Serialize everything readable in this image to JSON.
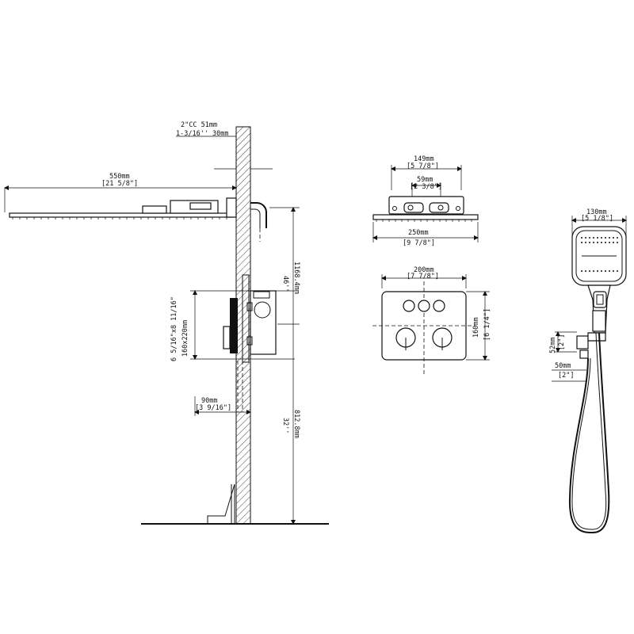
{
  "side_view": {
    "cc_metric": "2\"CC 51mm",
    "cc_imperial": "1-3/16'' 30mm",
    "arm_metric": "550mm",
    "arm_imperial": "[21 5/8\"]",
    "head_height_imperial": "46''",
    "head_height_metric": "1168.4mm",
    "valve_imperial": "6 5/16\"x8 11/16\"",
    "valve_metric": "160x220mm",
    "depth_metric": "90mm",
    "depth_imperial": "[3 9/16\"]",
    "valve_height_imperial": "32''",
    "valve_height_metric": "812.8mm"
  },
  "head_top_view": {
    "bracket_metric": "149mm",
    "bracket_imperial": "[5 7/8\"]",
    "inlet_metric": "59mm",
    "inlet_imperial": "[2 3/8\"]",
    "width_metric": "250mm",
    "width_imperial": "[9 7/8\"]"
  },
  "trim_plate": {
    "width_metric": "200mm",
    "width_imperial": "[7 7/8\"]",
    "height_metric": "160mm",
    "height_imperial": "[6 1/4\"]"
  },
  "hand_shower": {
    "width_metric": "130mm",
    "width_imperial": "[5 1/8\"]",
    "bracket_metric": "52mm",
    "bracket_imperial": "[2\"]",
    "outlet_metric": "50mm",
    "outlet_imperial": "[2\"]"
  }
}
